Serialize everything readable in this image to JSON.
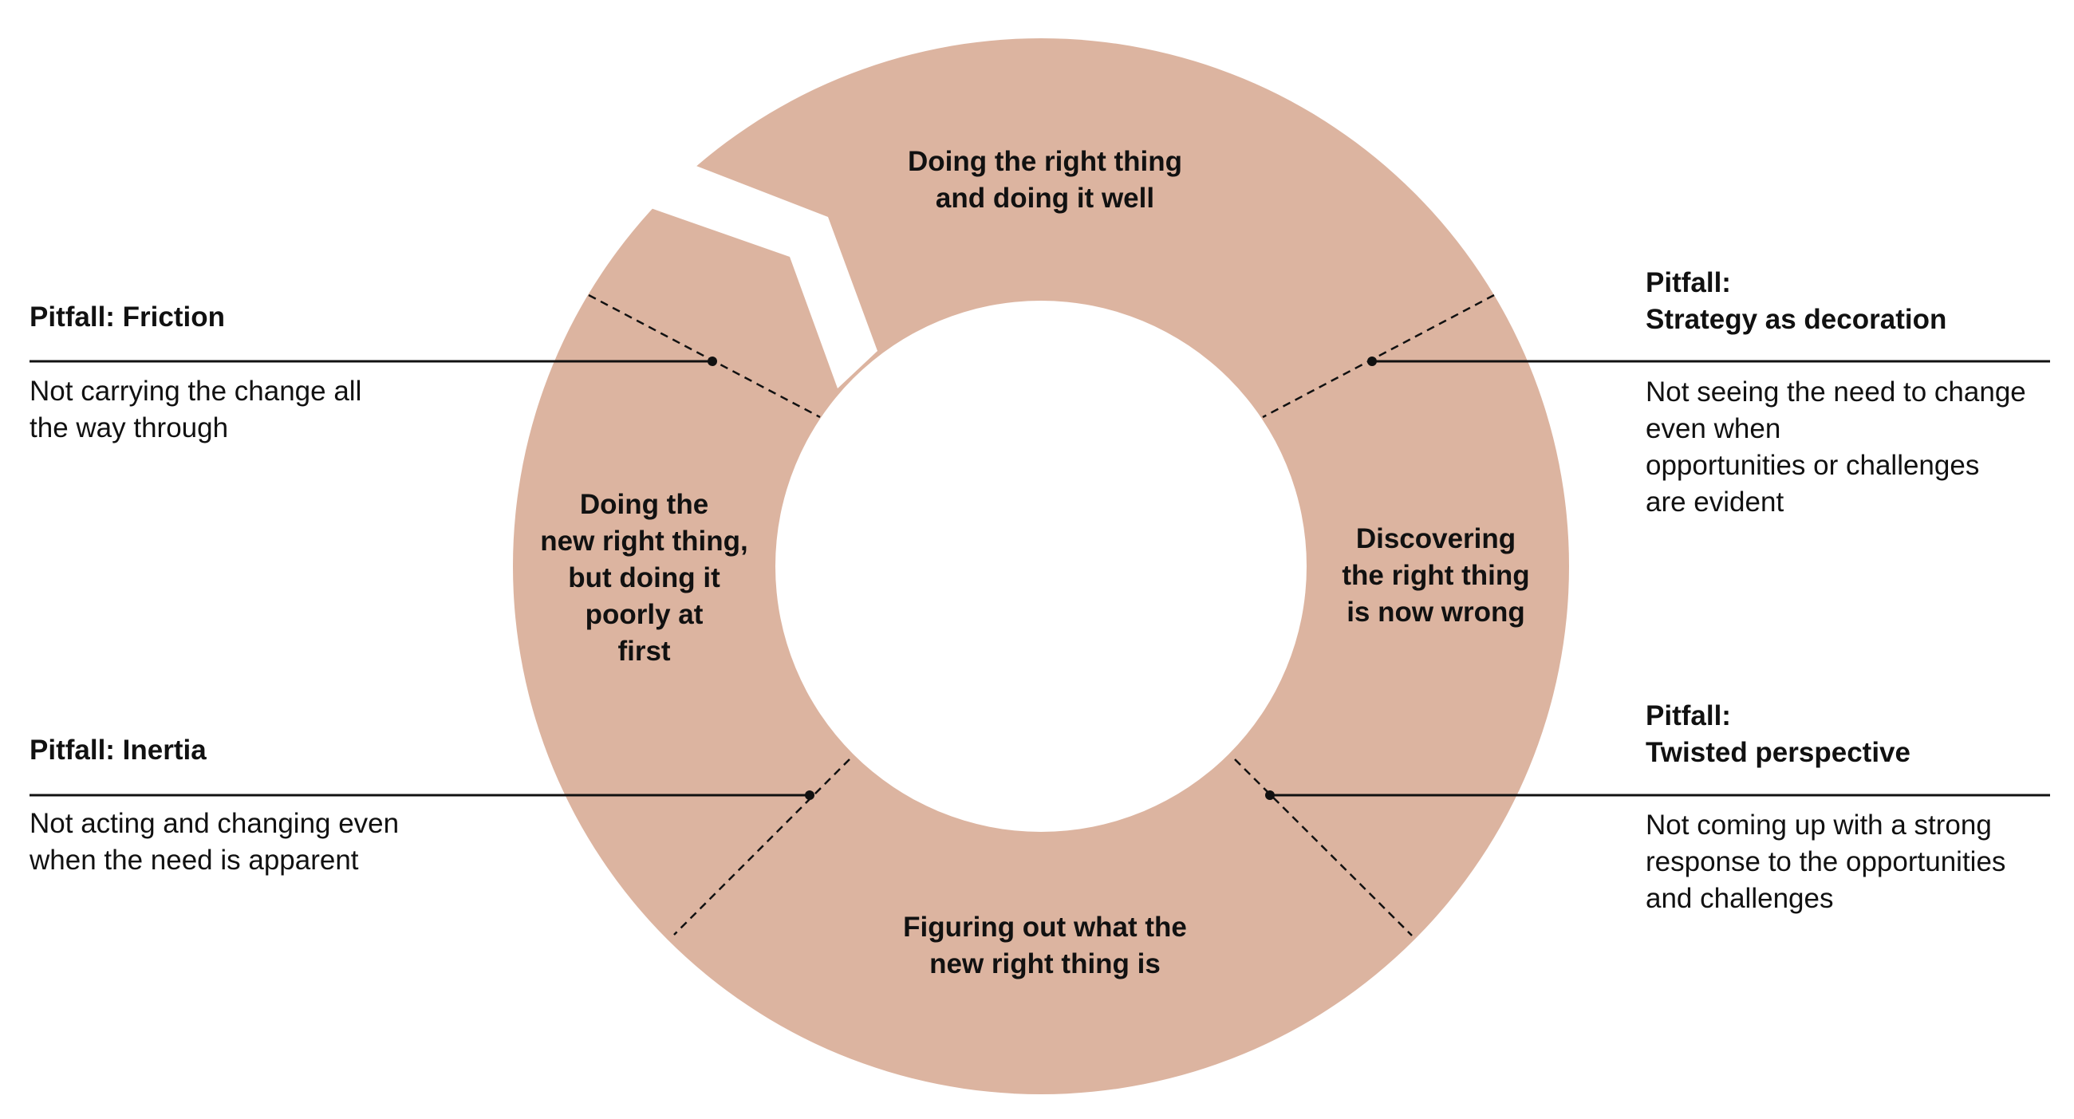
{
  "diagram": {
    "ring_color": "#DCB4A0",
    "line_color": "#111111",
    "segments": [
      {
        "id": "top",
        "label": "Doing the right thing\nand doing it well"
      },
      {
        "id": "right",
        "label": "Discovering\nthe right thing\nis now wrong"
      },
      {
        "id": "bottom",
        "label": "Figuring out what the\nnew right thing is"
      },
      {
        "id": "left",
        "label": "Doing the\nnew right thing,\nbut doing it\npoorly at\nfirst"
      }
    ],
    "pitfalls": [
      {
        "id": "friction",
        "title": "Pitfall: Friction",
        "description": "Not carrying the change all\nthe way through"
      },
      {
        "id": "strategy",
        "title": "Pitfall:\nStrategy as decoration",
        "description": "Not seeing the need to change\neven when\nopportunities or challenges\nare evident"
      },
      {
        "id": "inertia",
        "title": "Pitfall: Inertia",
        "description": "Not acting and changing even\nwhen the need is apparent"
      },
      {
        "id": "twisted",
        "title": "Pitfall:\nTwisted perspective",
        "description": "Not coming up with a strong\nresponse to the opportunities\nand challenges"
      }
    ]
  }
}
